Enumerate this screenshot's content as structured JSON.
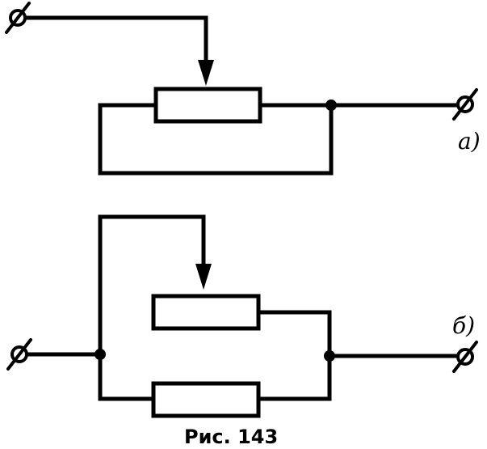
{
  "diagram": {
    "label_a": "a)",
    "label_b": "б)",
    "caption": "Рис. 143"
  }
}
